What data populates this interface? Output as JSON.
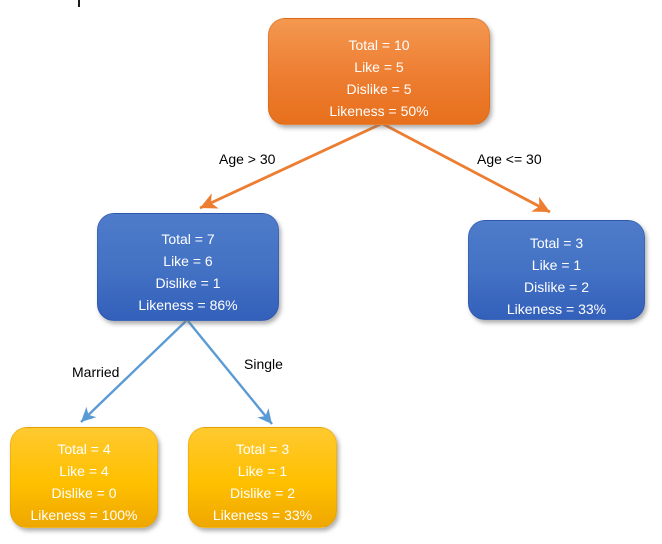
{
  "diagram": {
    "type": "decision-tree"
  },
  "colors": {
    "root_node_top": "#F49850",
    "root_node_bottom": "#E7701C",
    "blue_node_top": "#4E7CCA",
    "blue_node_bottom": "#3360BA",
    "gold_node_top": "#FFC930",
    "gold_node_bottom": "#EFA700",
    "orange_arrow": "#ED7D31",
    "blue_arrow": "#5B9BD5",
    "node_text": "#FFFFFF",
    "edge_label_text": "#000000"
  },
  "nodes": {
    "root": {
      "lines": [
        "Total = 10",
        "Like = 5",
        "Dislike = 5",
        "Likeness = 50%"
      ]
    },
    "age_over_30": {
      "lines": [
        "Total = 7",
        "Like = 6",
        "Dislike = 1",
        "Likeness = 86%"
      ]
    },
    "age_under_30": {
      "lines": [
        "Total = 3",
        "Like = 1",
        "Dislike = 2",
        "Likeness = 33%"
      ]
    },
    "married": {
      "lines": [
        "Total = 4",
        "Like = 4",
        "Dislike = 0",
        "Likeness = 100%"
      ]
    },
    "single": {
      "lines": [
        "Total = 3",
        "Like = 1",
        "Dislike = 2",
        "Likeness = 33%"
      ]
    }
  },
  "edges": {
    "age_over_30_label": "Age > 30",
    "age_under_30_label": "Age <= 30",
    "married_label": "Married",
    "single_label": "Single"
  }
}
